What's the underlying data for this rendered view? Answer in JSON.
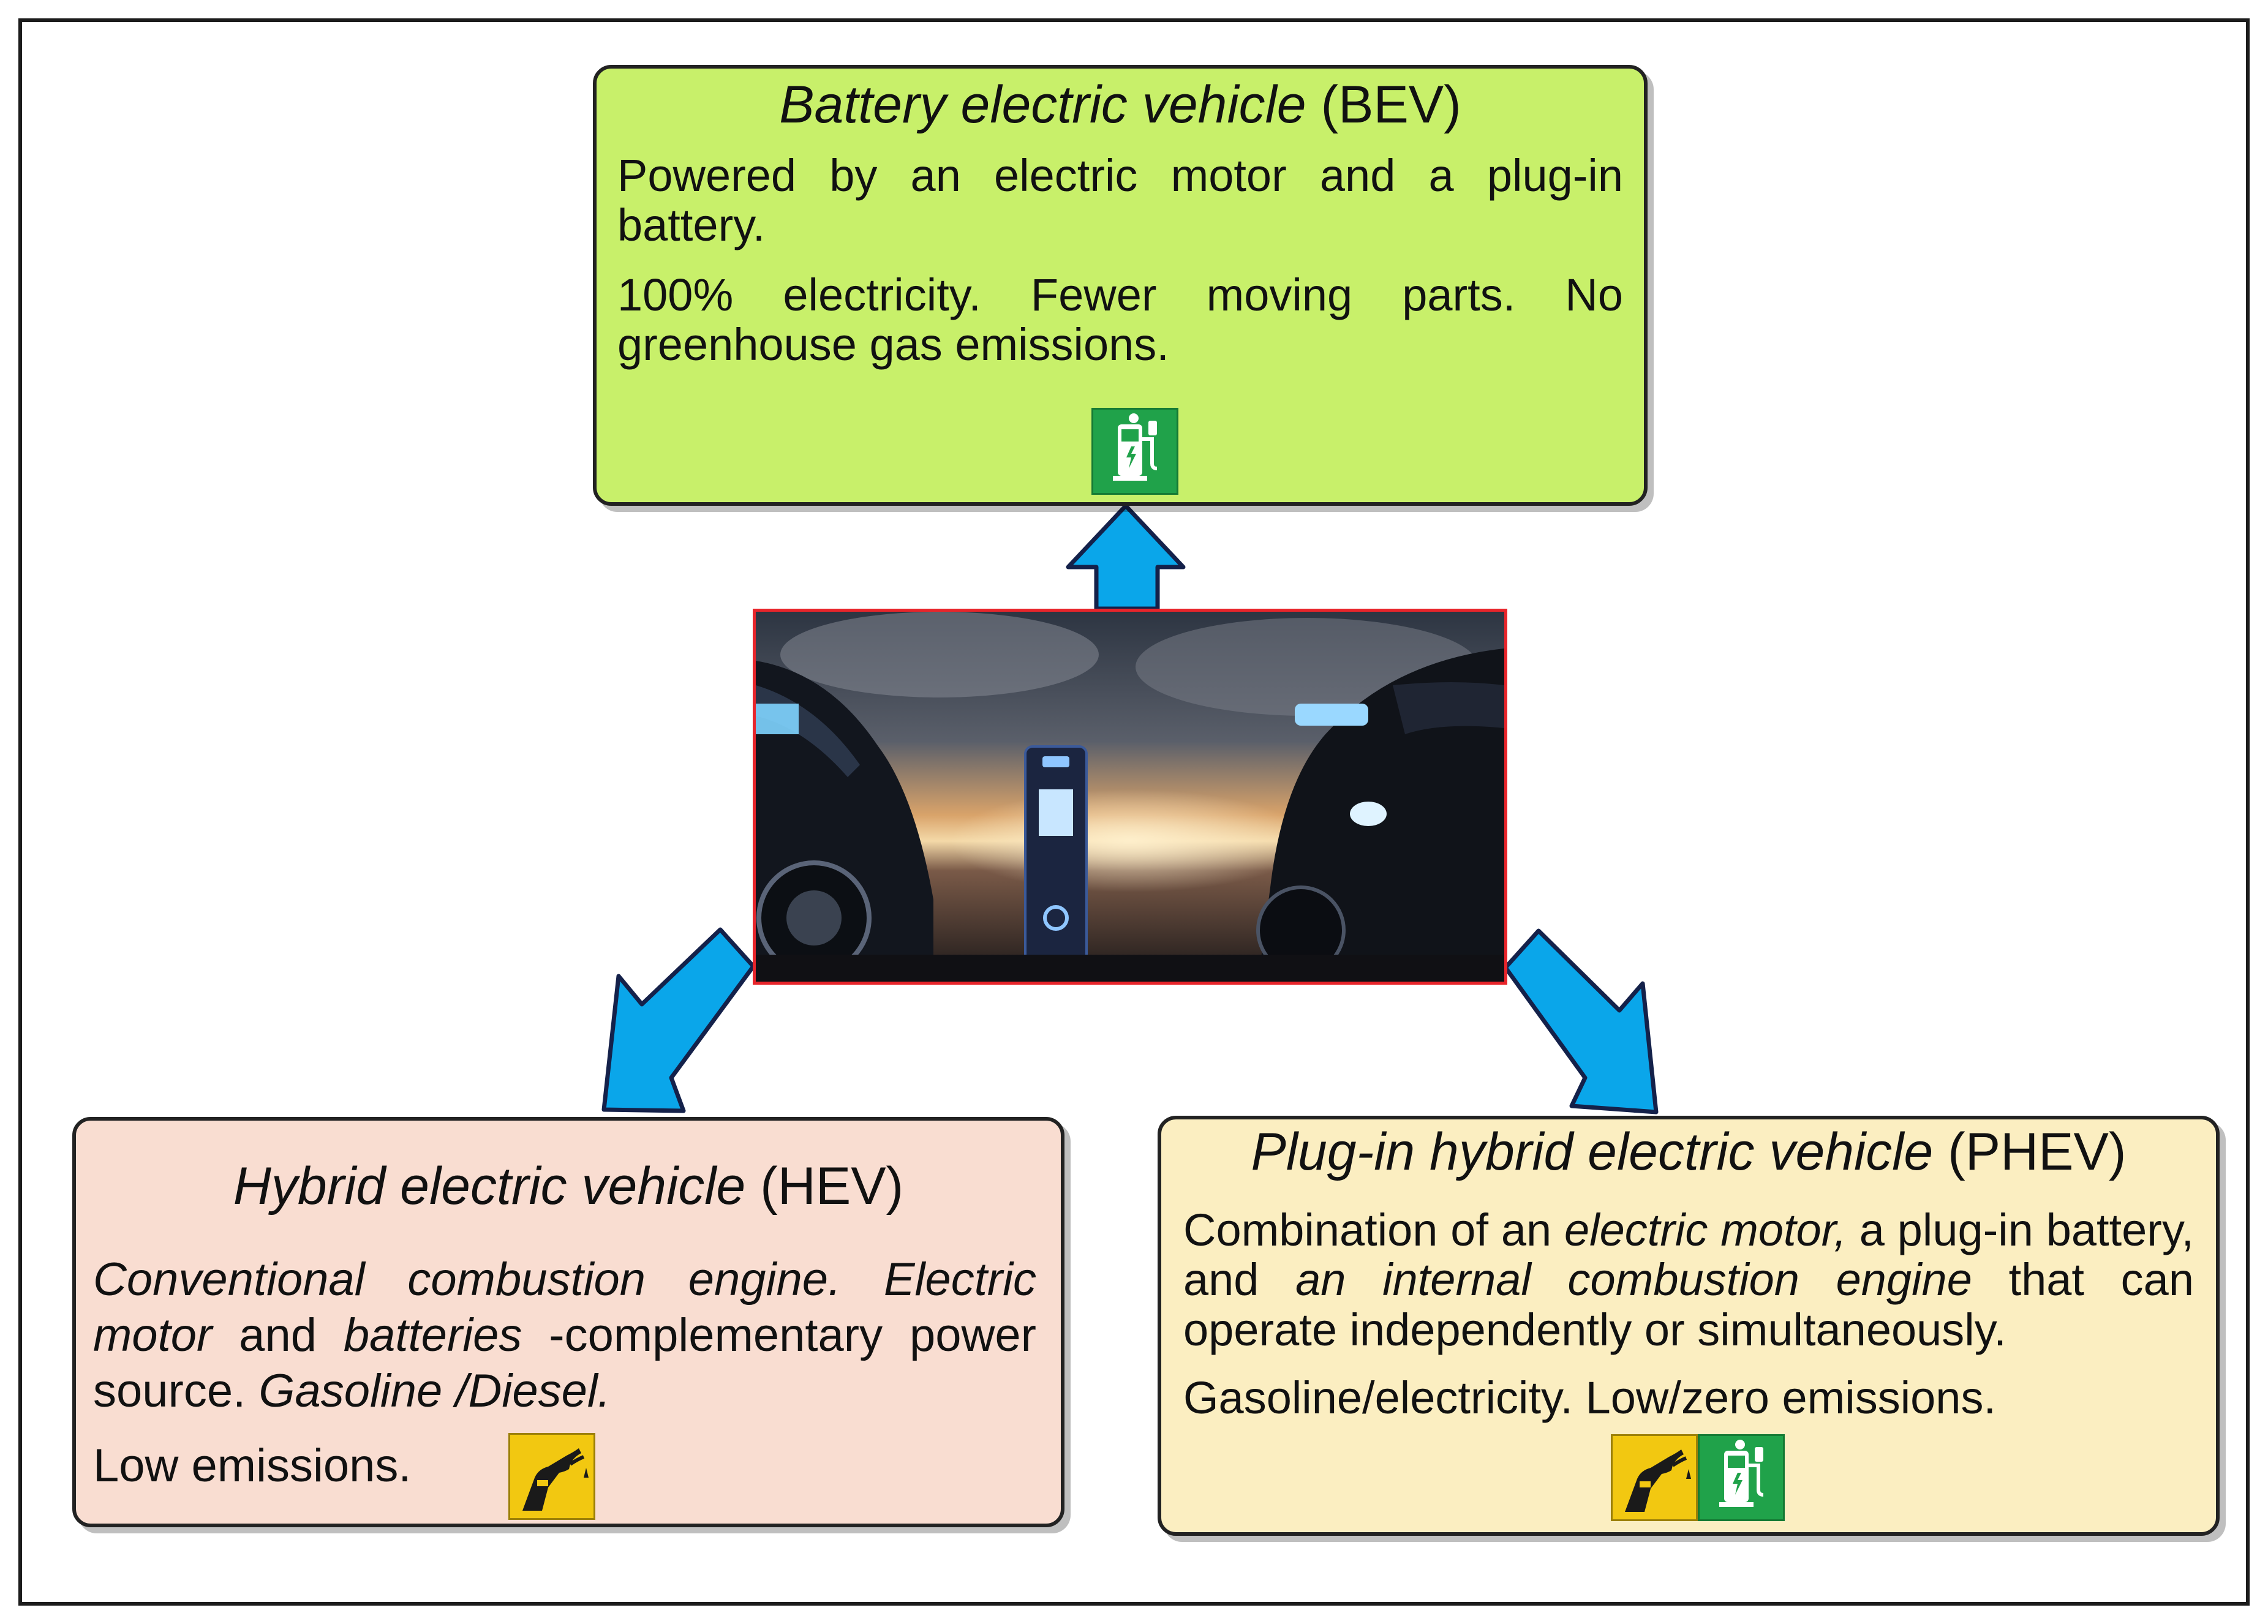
{
  "bev": {
    "title_italic": "Battery electric vehicle",
    "title_abbr": "(BEV)",
    "text1": "Powered by an electric motor and a plug-in battery.",
    "text2": "100% electricity. Fewer moving parts. No greenhouse gas emissions.",
    "icons": [
      "ev-charger-icon"
    ]
  },
  "hev": {
    "title_italic": "Hybrid electric vehicle",
    "title_abbr": "(HEV)",
    "text1_a": "Conventional combustion engine. Electric motor",
    "text1_b": "and",
    "text1_c": "batteries",
    "text1_d": "-complementary power source.",
    "text1_e": "Gasoline /Diesel.",
    "text2": "Low emissions.",
    "icons": [
      "fuel-pump-icon"
    ]
  },
  "phev": {
    "title_italic": "Plug-in hybrid electric vehicle",
    "title_abbr": "(PHEV)",
    "text1_a": "Combination of an",
    "text1_b": "electric motor,",
    "text1_c": "a plug-in battery, and",
    "text1_d": "an internal combustion engine",
    "text1_e": "that can operate independently or simultaneously.",
    "text2": "Gasoline/electricity. Low/zero emissions.",
    "icons": [
      "fuel-pump-icon",
      "ev-charger-icon"
    ]
  },
  "colors": {
    "bev_fill": "#c8f06a",
    "hev_fill": "#f9ddd1",
    "phev_fill": "#fbeec1",
    "arrow": "#0aa6ea",
    "photo_border": "#e8252b",
    "ev_icon_green": "#20a24a",
    "fuel_icon_yellow": "#f2c811"
  }
}
